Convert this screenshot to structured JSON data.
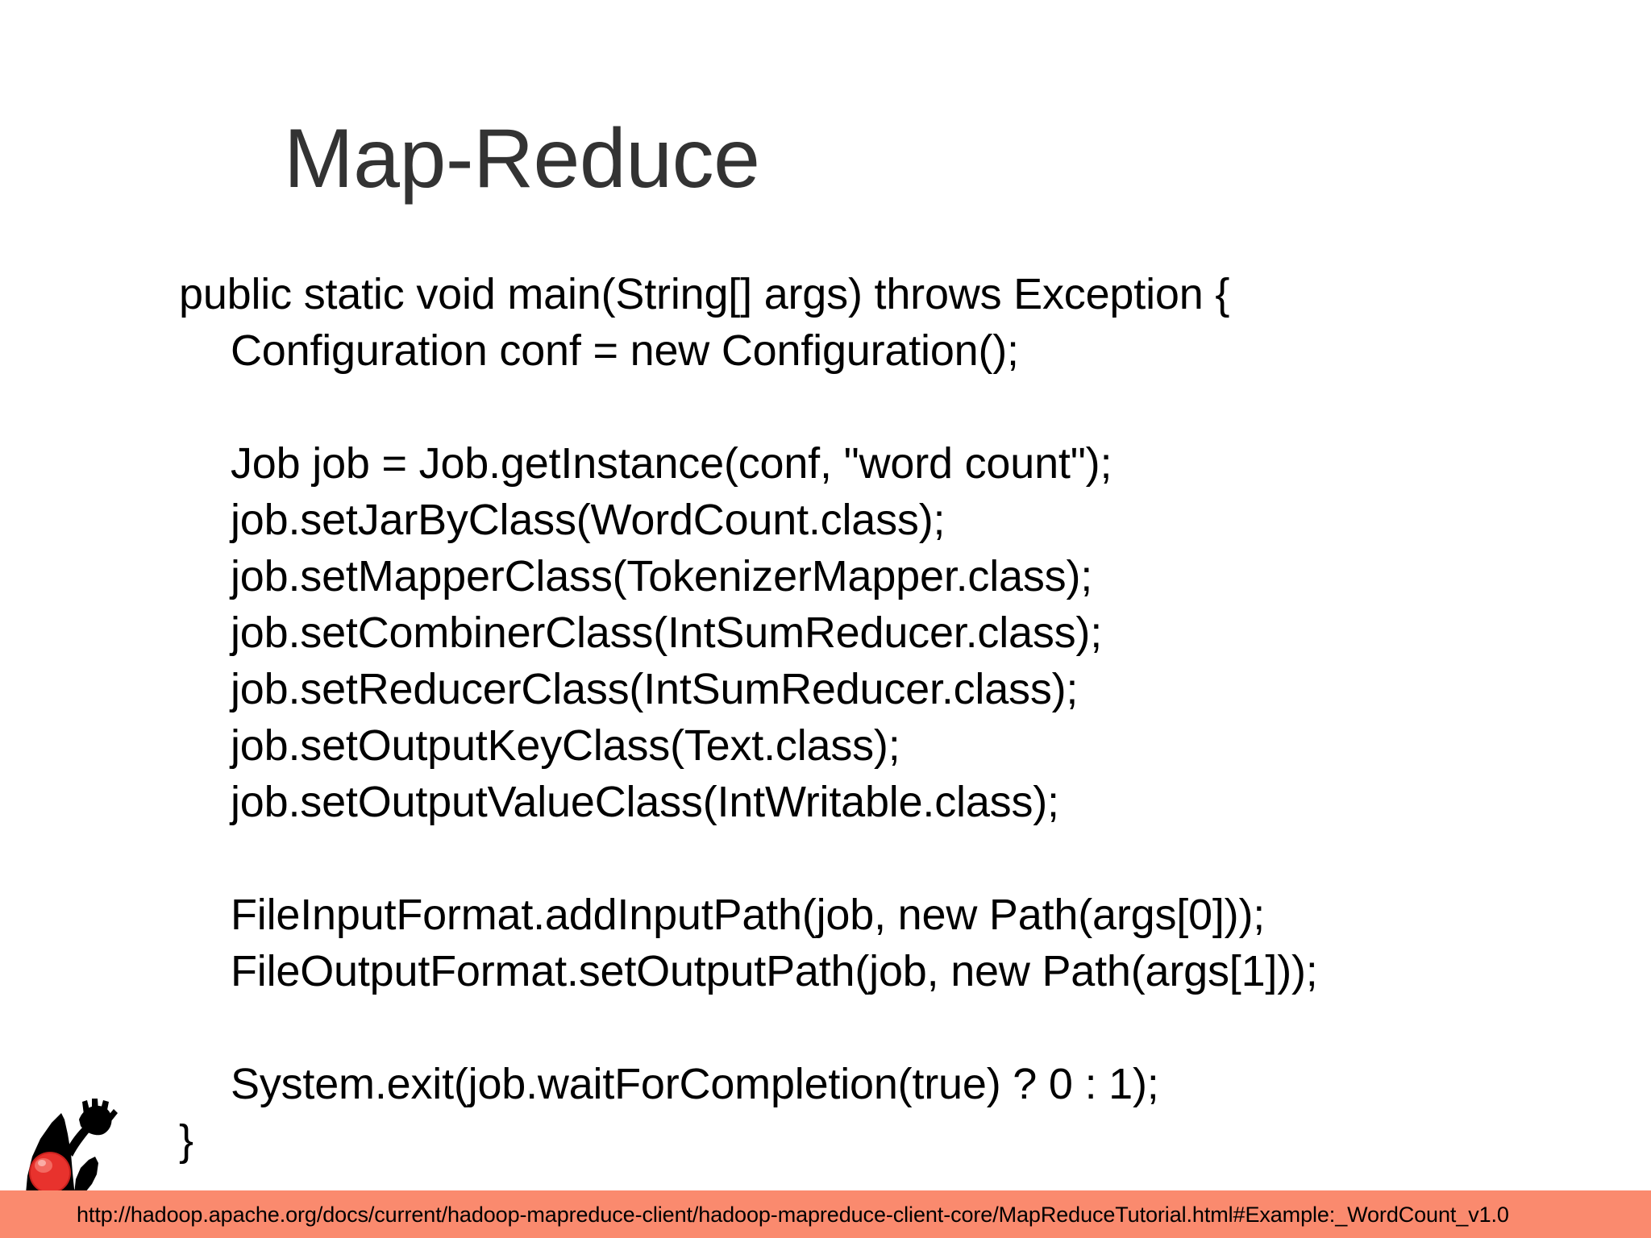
{
  "slide": {
    "title": "Map-Reduce",
    "background_color": "#ffffff",
    "title_color": "#333333"
  },
  "code": {
    "language": "java",
    "lines": [
      {
        "text": "public static void main(String[] args) throws Exception {",
        "indent": 0
      },
      {
        "text": "Configuration conf = new Configuration();",
        "indent": 1
      },
      {
        "text": "",
        "indent": 0
      },
      {
        "text": "Job job = Job.getInstance(conf, \"word count\");",
        "indent": 1
      },
      {
        "text": "job.setJarByClass(WordCount.class);",
        "indent": 1
      },
      {
        "text": "job.setMapperClass(TokenizerMapper.class);",
        "indent": 1
      },
      {
        "text": "job.setCombinerClass(IntSumReducer.class);",
        "indent": 1
      },
      {
        "text": "job.setReducerClass(IntSumReducer.class);",
        "indent": 1
      },
      {
        "text": "job.setOutputKeyClass(Text.class);",
        "indent": 1
      },
      {
        "text": "job.setOutputValueClass(IntWritable.class);",
        "indent": 1
      },
      {
        "text": "",
        "indent": 0
      },
      {
        "text": "FileInputFormat.addInputPath(job, new Path(args[0]));",
        "indent": 1
      },
      {
        "text": "FileOutputFormat.setOutputPath(job, new Path(args[1]));",
        "indent": 1
      },
      {
        "text": "",
        "indent": 0
      },
      {
        "text": "System.exit(job.waitForCompletion(true) ? 0 : 1);",
        "indent": 1
      },
      {
        "text": "}",
        "indent": 0
      }
    ]
  },
  "footer": {
    "url": "http://hadoop.apache.org/docs/current/hadoop-mapreduce-client/hadoop-mapreduce-client-core/MapReduceTutorial.html#Example:_WordCount_v1.0",
    "background_color": "#fa8a6e",
    "text_color": "#000000"
  },
  "logo": {
    "name": "duke-java-mascot",
    "body_color": "#000000",
    "nose_color": "#e8322d"
  }
}
